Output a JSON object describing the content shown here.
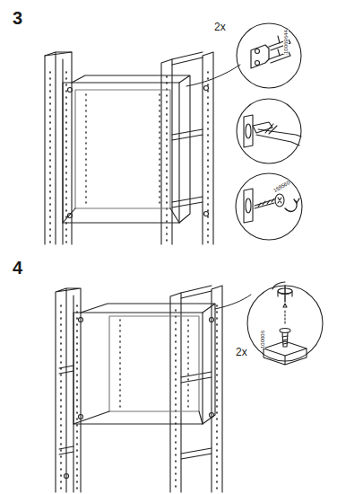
{
  "diagram": {
    "labels": [
      "3",
      "2x",
      "10069644",
      "159560",
      "4",
      "2x",
      "100006"
    ]
  }
}
